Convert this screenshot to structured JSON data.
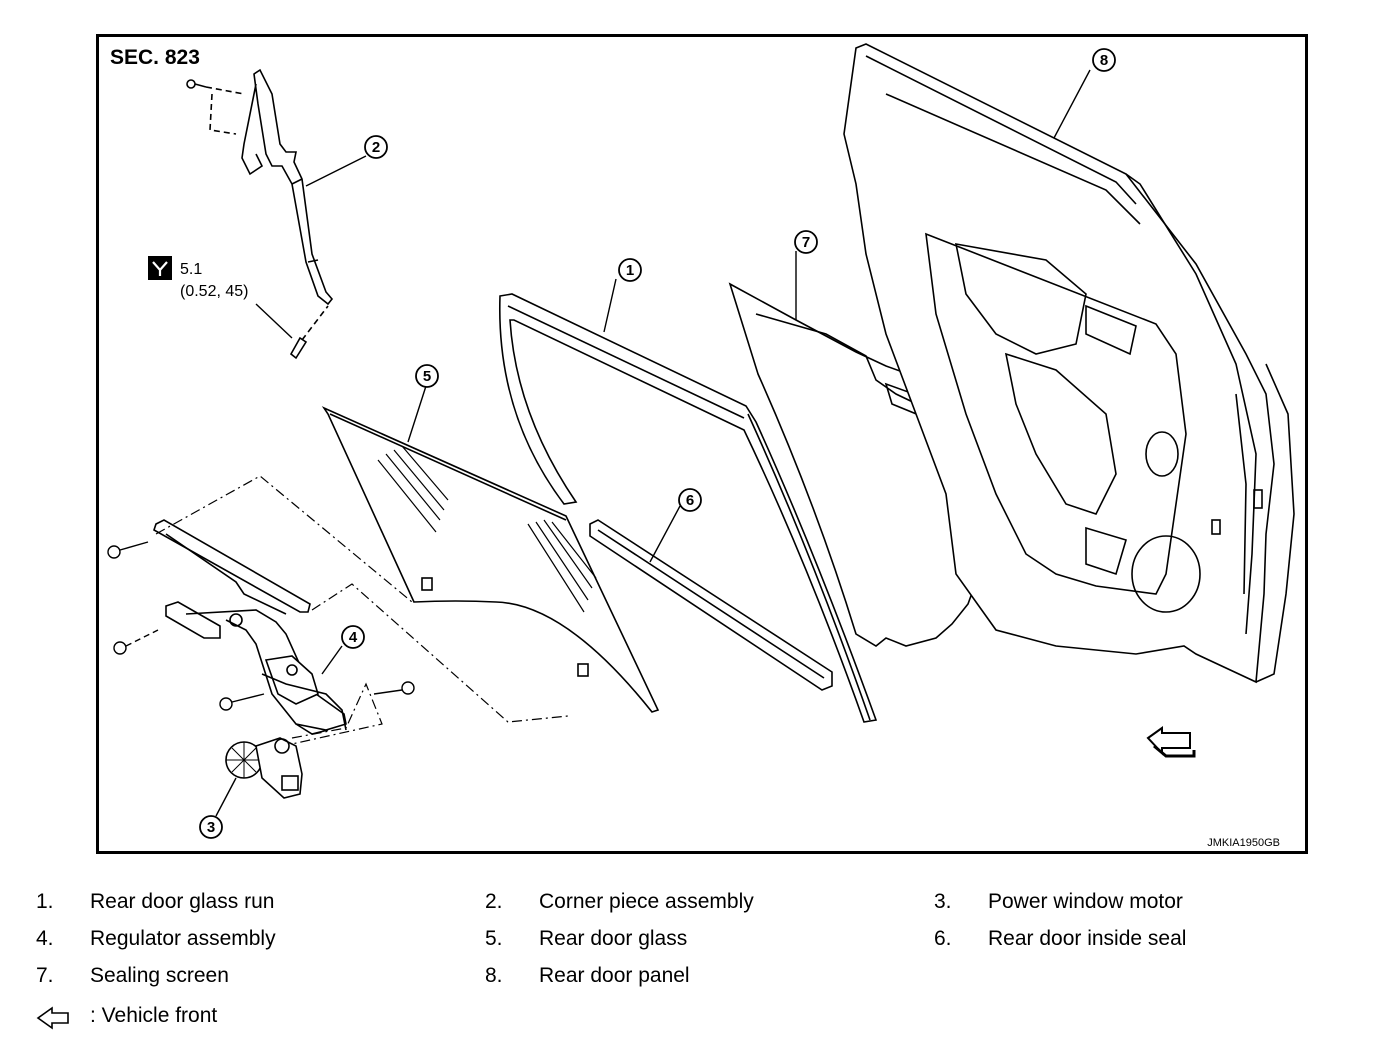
{
  "figure": {
    "section": "SEC. 823",
    "drawing_code": "JMKIA1950GB",
    "torque": {
      "value": "5.1",
      "units_line": "(0.52, 45)",
      "icon": "torque-wrench-icon"
    },
    "callouts": [
      "1",
      "2",
      "3",
      "4",
      "5",
      "6",
      "7",
      "8"
    ],
    "front_arrow_icon": "hollow-arrow-icon"
  },
  "legend": {
    "items": [
      {
        "num": "1.",
        "label": "Rear door glass run"
      },
      {
        "num": "2.",
        "label": "Corner piece assembly"
      },
      {
        "num": "3.",
        "label": "Power window motor"
      },
      {
        "num": "4.",
        "label": "Regulator assembly"
      },
      {
        "num": "5.",
        "label": "Rear door glass"
      },
      {
        "num": "6.",
        "label": "Rear door inside seal"
      },
      {
        "num": "7.",
        "label": "Sealing screen"
      },
      {
        "num": "8.",
        "label": "Rear door panel"
      }
    ],
    "front_label": ": Vehicle front",
    "front_icon": "hollow-arrow-left-icon"
  }
}
